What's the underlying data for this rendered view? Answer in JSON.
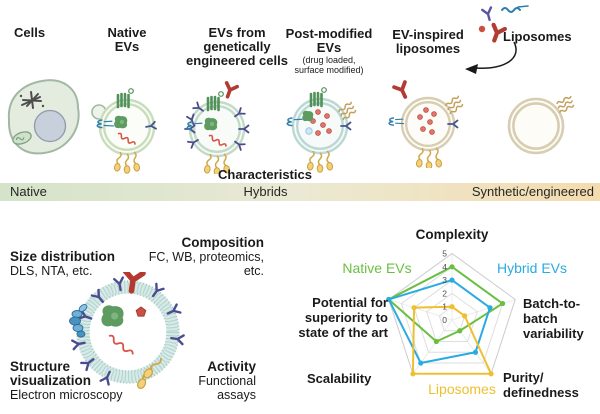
{
  "palette": {
    "accent_green": "#6abf43",
    "accent_blue": "#29abe2",
    "accent_yellow": "#eec02f",
    "bar_gradient": [
      "#d4e3c9",
      "#ebe9d3",
      "#f4dcae"
    ]
  },
  "top_row": {
    "columns": [
      {
        "label": "Cells"
      },
      {
        "label": "Native\nEVs"
      },
      {
        "label": "EVs from\ngenetically\nengineered cells"
      },
      {
        "label": "Post-modified\nEVs",
        "note": "(drug loaded,\nsurface modified)"
      },
      {
        "label": "EV-inspired\nliposomes"
      },
      {
        "label": "Liposomes"
      }
    ]
  },
  "characteristics_bar": {
    "title": "Characteristics",
    "left_label": "Native",
    "center_label": "Hybrids",
    "right_label": "Synthetic/engineered"
  },
  "characterization": {
    "size_distribution": {
      "title": "Size distribution",
      "methods": "DLS, NTA, etc."
    },
    "composition": {
      "title": "Composition",
      "methods": "FC, WB, proteomics,\netc."
    },
    "structure": {
      "title": "Structure\nvisualization",
      "methods": "Electron microscopy"
    },
    "activity": {
      "title": "Activity",
      "methods": "Functional\nassays"
    }
  },
  "chart_data": {
    "type": "radar",
    "axes": [
      "Complexity",
      "Batch-to-batch variability",
      "Purity/definedness",
      "Scalability",
      "Potential for superiority to state of the art"
    ],
    "axis_display": [
      "Complexity",
      "Batch-to-\nbatch\nvariability",
      "Purity/\ndefinedness",
      "Scalability",
      "Potential for\nsuperiority to\nstate of the art"
    ],
    "scale": {
      "min": 0,
      "max": 5,
      "ticks": [
        5,
        4,
        3,
        2,
        1,
        0
      ]
    },
    "series": [
      {
        "name": "Native EVs",
        "color": "#6abf43",
        "values": [
          4,
          4,
          1,
          2,
          5
        ]
      },
      {
        "name": "Hybrid EVs",
        "color": "#29abe2",
        "values": [
          3,
          3,
          3,
          4,
          5
        ]
      },
      {
        "name": "Liposomes",
        "color": "#eec02f",
        "values": [
          1,
          1,
          5,
          5,
          3
        ]
      }
    ],
    "grid_color": "#dedede",
    "grid": true,
    "legend_position": "around"
  }
}
